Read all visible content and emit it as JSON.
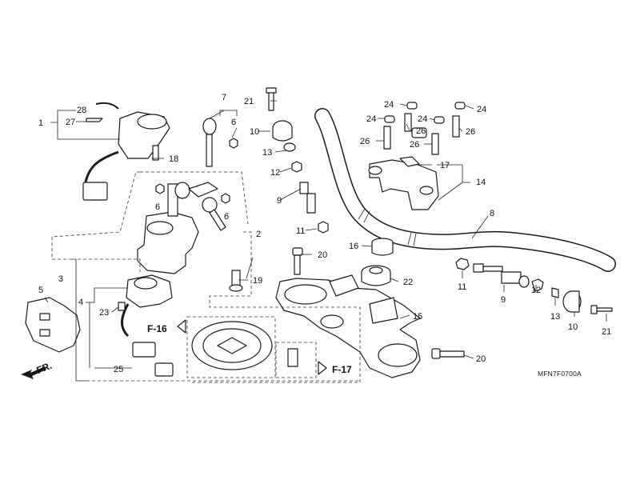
{
  "diagram": {
    "part_labels": {
      "l1": "1",
      "l2": "2",
      "l3": "3",
      "l4": "4",
      "l5": "5",
      "l6a": "6",
      "l6b": "6",
      "l6c": "6",
      "l7": "7",
      "l8": "8",
      "l9a": "9",
      "l9b": "9",
      "l10a": "10",
      "l10b": "10",
      "l11a": "11",
      "l11b": "11",
      "l12a": "12",
      "l12b": "12",
      "l13a": "13",
      "l13b": "13",
      "l14": "14",
      "l15": "15",
      "l16": "16",
      "l17": "17",
      "l18": "18",
      "l19": "19",
      "l20a": "20",
      "l20b": "20",
      "l21a": "21",
      "l21b": "21",
      "l22": "22",
      "l23": "23",
      "l24a": "24",
      "l24b": "24",
      "l24c": "24",
      "l24d": "24",
      "l25": "25",
      "l26a": "26",
      "l26b": "26",
      "l26c": "26",
      "l26d": "26",
      "l27": "27",
      "l28": "28"
    },
    "ref_f16": "F-16",
    "ref_f17": "F-17",
    "direction_label": "FR.",
    "diagram_code": "MFN7F0700A"
  }
}
